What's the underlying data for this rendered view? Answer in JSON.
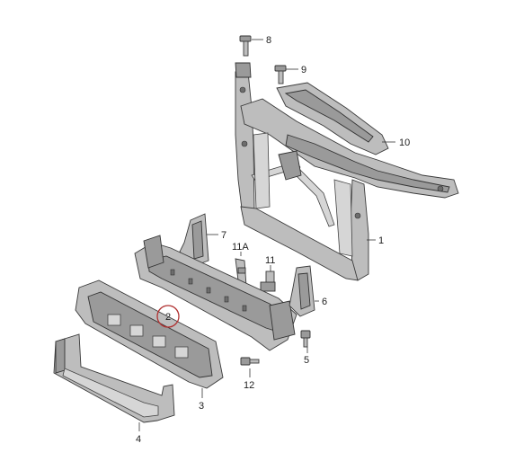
{
  "callouts": {
    "p1": "1",
    "p2": "2",
    "p3": "3",
    "p4": "4",
    "p5": "5",
    "p6": "6",
    "p7": "7",
    "p8": "8",
    "p9": "9",
    "p10": "10",
    "p11": "11",
    "p11a": "11A",
    "p12": "12"
  },
  "colors": {
    "part_fill": "#bdbdbd",
    "outline": "#3a3a3a",
    "highlight_circle": "#b03030"
  }
}
